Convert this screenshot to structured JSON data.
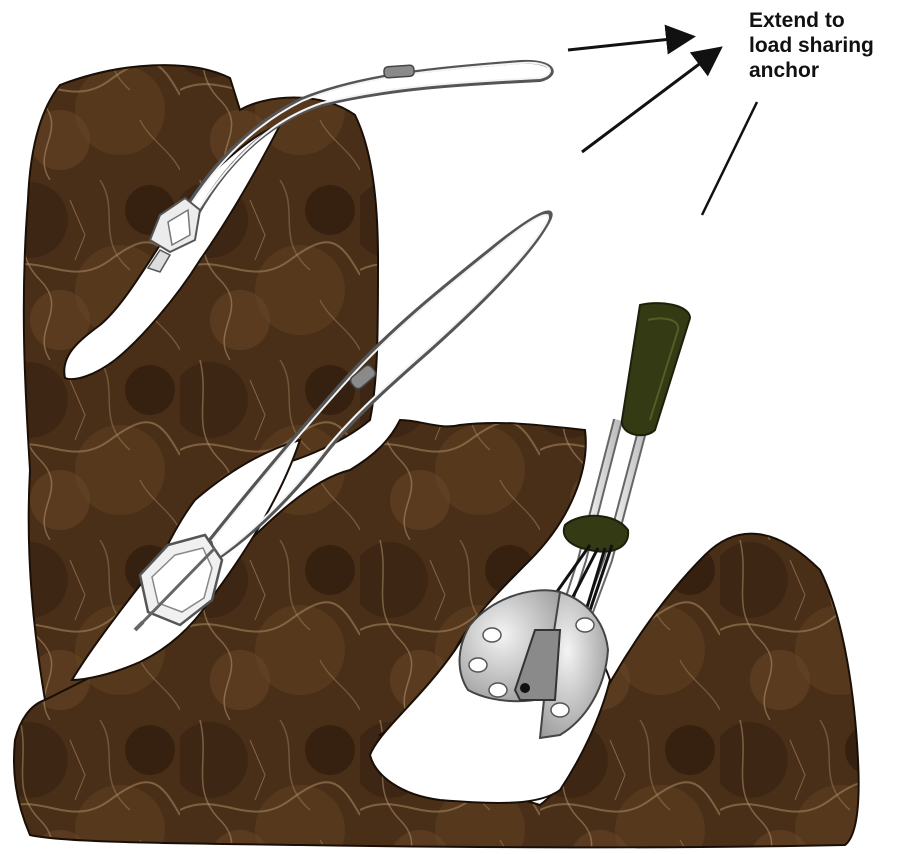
{
  "diagram": {
    "label_lines": [
      "Extend to",
      "load sharing",
      "anchor"
    ]
  },
  "colors": {
    "rock_dark": "#3a2413",
    "rock_mid": "#5c3c20",
    "rock_vein": "#a88a63",
    "sling_fill": "#f2f2f2",
    "sling_stroke": "#555555",
    "cam_stem_color": "#343a14",
    "cam_lobe": "#cfcfcf",
    "arrow": "#111111"
  },
  "icons": [
    "hex-nut-icon",
    "stopper-nut-icon",
    "cam-device-icon"
  ]
}
